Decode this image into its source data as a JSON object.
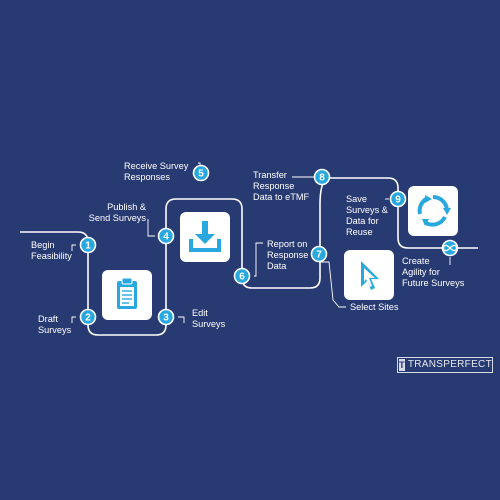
{
  "steps": [
    {
      "num": "1",
      "label": "Begin\nFeasibility"
    },
    {
      "num": "2",
      "label": "Draft\nSurveys"
    },
    {
      "num": "3",
      "label": "Edit\nSurveys"
    },
    {
      "num": "4",
      "label": "Publish &\nSend Surveys"
    },
    {
      "num": "5",
      "label": "Receive Survey\nResponses"
    },
    {
      "num": "6",
      "label": "Report on\nResponse\nData"
    },
    {
      "num": "7",
      "label": "Select Sites"
    },
    {
      "num": "8",
      "label": "Transfer\nResponse\nData to eTMF"
    },
    {
      "num": "9",
      "label": "Save\nSurveys &\nData for\nReuse"
    }
  ],
  "end_label": "Create\nAgility for\nFuture Surveys",
  "end_icon": "infinity-icon",
  "icons": [
    "clipboard-icon",
    "download-icon",
    "cursor-arrow-icon",
    "circular-arrows-icon"
  ],
  "logo": {
    "mark": "T",
    "text": "TRANSPERFECT"
  },
  "colors": {
    "background": "#283a72",
    "node": "#29a8e0",
    "line": "#ffffff"
  }
}
